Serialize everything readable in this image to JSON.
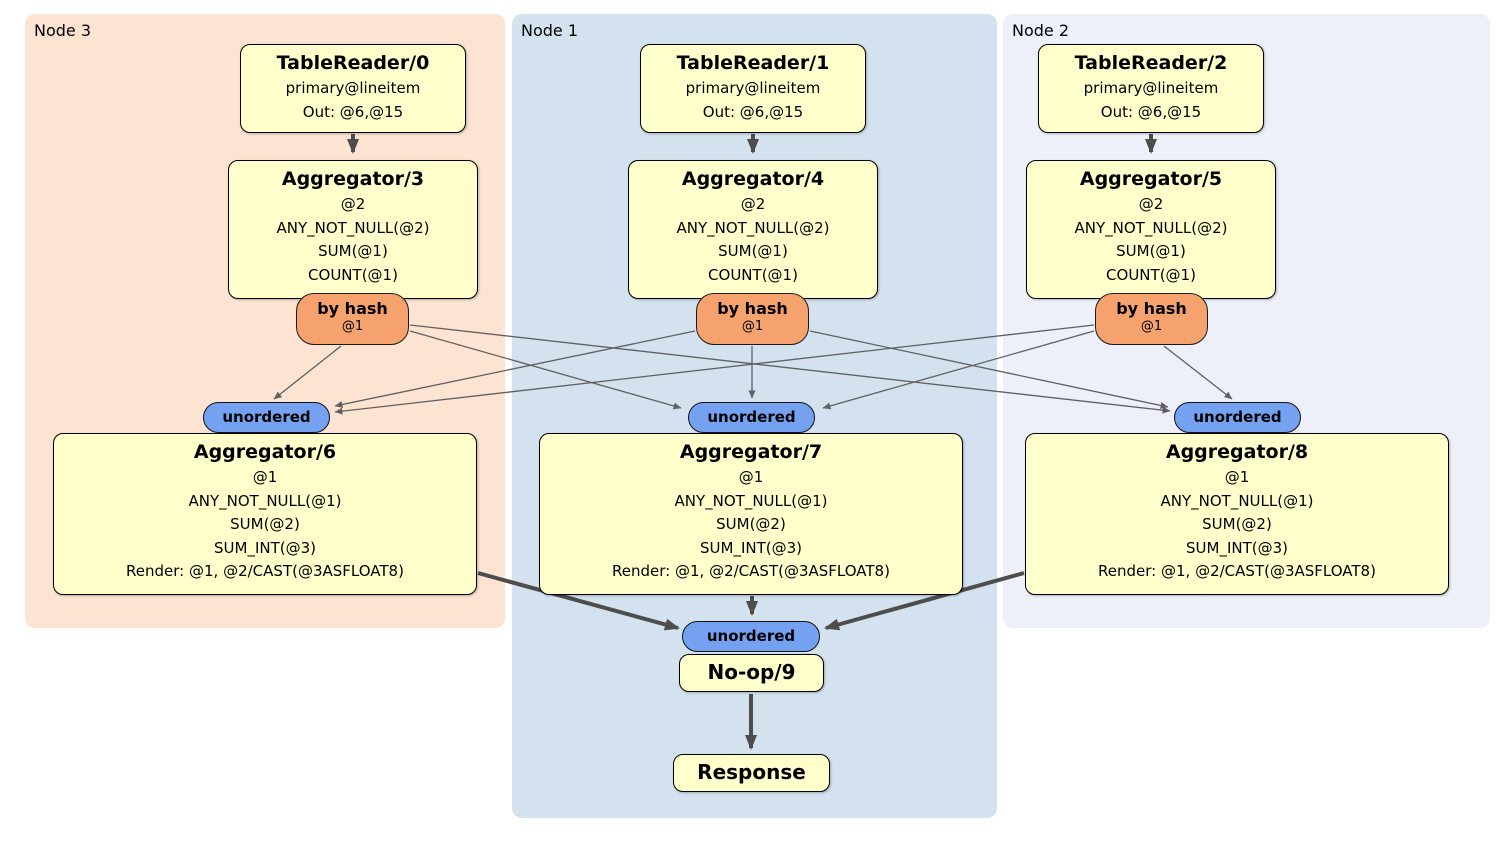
{
  "panels": [
    {
      "label": "Node 3"
    },
    {
      "label": "Node 1"
    },
    {
      "label": "Node 2"
    }
  ],
  "table_readers": [
    {
      "title": "TableReader/0",
      "lines": [
        "primary@lineitem",
        "Out: @6,@15"
      ]
    },
    {
      "title": "TableReader/1",
      "lines": [
        "primary@lineitem",
        "Out: @6,@15"
      ]
    },
    {
      "title": "TableReader/2",
      "lines": [
        "primary@lineitem",
        "Out: @6,@15"
      ]
    }
  ],
  "top_aggregators": [
    {
      "title": "Aggregator/3",
      "lines": [
        "@2",
        "ANY_NOT_NULL(@2)",
        "SUM(@1)",
        "COUNT(@1)"
      ]
    },
    {
      "title": "Aggregator/4",
      "lines": [
        "@2",
        "ANY_NOT_NULL(@2)",
        "SUM(@1)",
        "COUNT(@1)"
      ]
    },
    {
      "title": "Aggregator/5",
      "lines": [
        "@2",
        "ANY_NOT_NULL(@2)",
        "SUM(@1)",
        "COUNT(@1)"
      ]
    }
  ],
  "hash_routers": [
    {
      "label": "by hash",
      "detail": "@1"
    },
    {
      "label": "by hash",
      "detail": "@1"
    },
    {
      "label": "by hash",
      "detail": "@1"
    }
  ],
  "syncs": [
    {
      "label": "unordered"
    },
    {
      "label": "unordered"
    },
    {
      "label": "unordered"
    },
    {
      "label": "unordered"
    }
  ],
  "bottom_aggregators": [
    {
      "title": "Aggregator/6",
      "lines": [
        "@1",
        "ANY_NOT_NULL(@1)",
        "SUM(@2)",
        "SUM_INT(@3)",
        "Render: @1, @2/CAST(@3ASFLOAT8)"
      ]
    },
    {
      "title": "Aggregator/7",
      "lines": [
        "@1",
        "ANY_NOT_NULL(@1)",
        "SUM(@2)",
        "SUM_INT(@3)",
        "Render: @1, @2/CAST(@3ASFLOAT8)"
      ]
    },
    {
      "title": "Aggregator/8",
      "lines": [
        "@1",
        "ANY_NOT_NULL(@1)",
        "SUM(@2)",
        "SUM_INT(@3)",
        "Render: @1, @2/CAST(@3ASFLOAT8)"
      ]
    }
  ],
  "noop": {
    "title": "No-op/9"
  },
  "response": {
    "title": "Response"
  },
  "colors": {
    "node3_panel": "#fce3d2",
    "node1_panel": "#d3e2ee",
    "node2_panel": "#edf0f8",
    "processor_fill": "#ffffcc",
    "hash_router_fill": "#f6a26e",
    "sync_fill": "#74a2f1",
    "thick_edge": "#4d4d4d",
    "thin_edge": "#606060"
  }
}
